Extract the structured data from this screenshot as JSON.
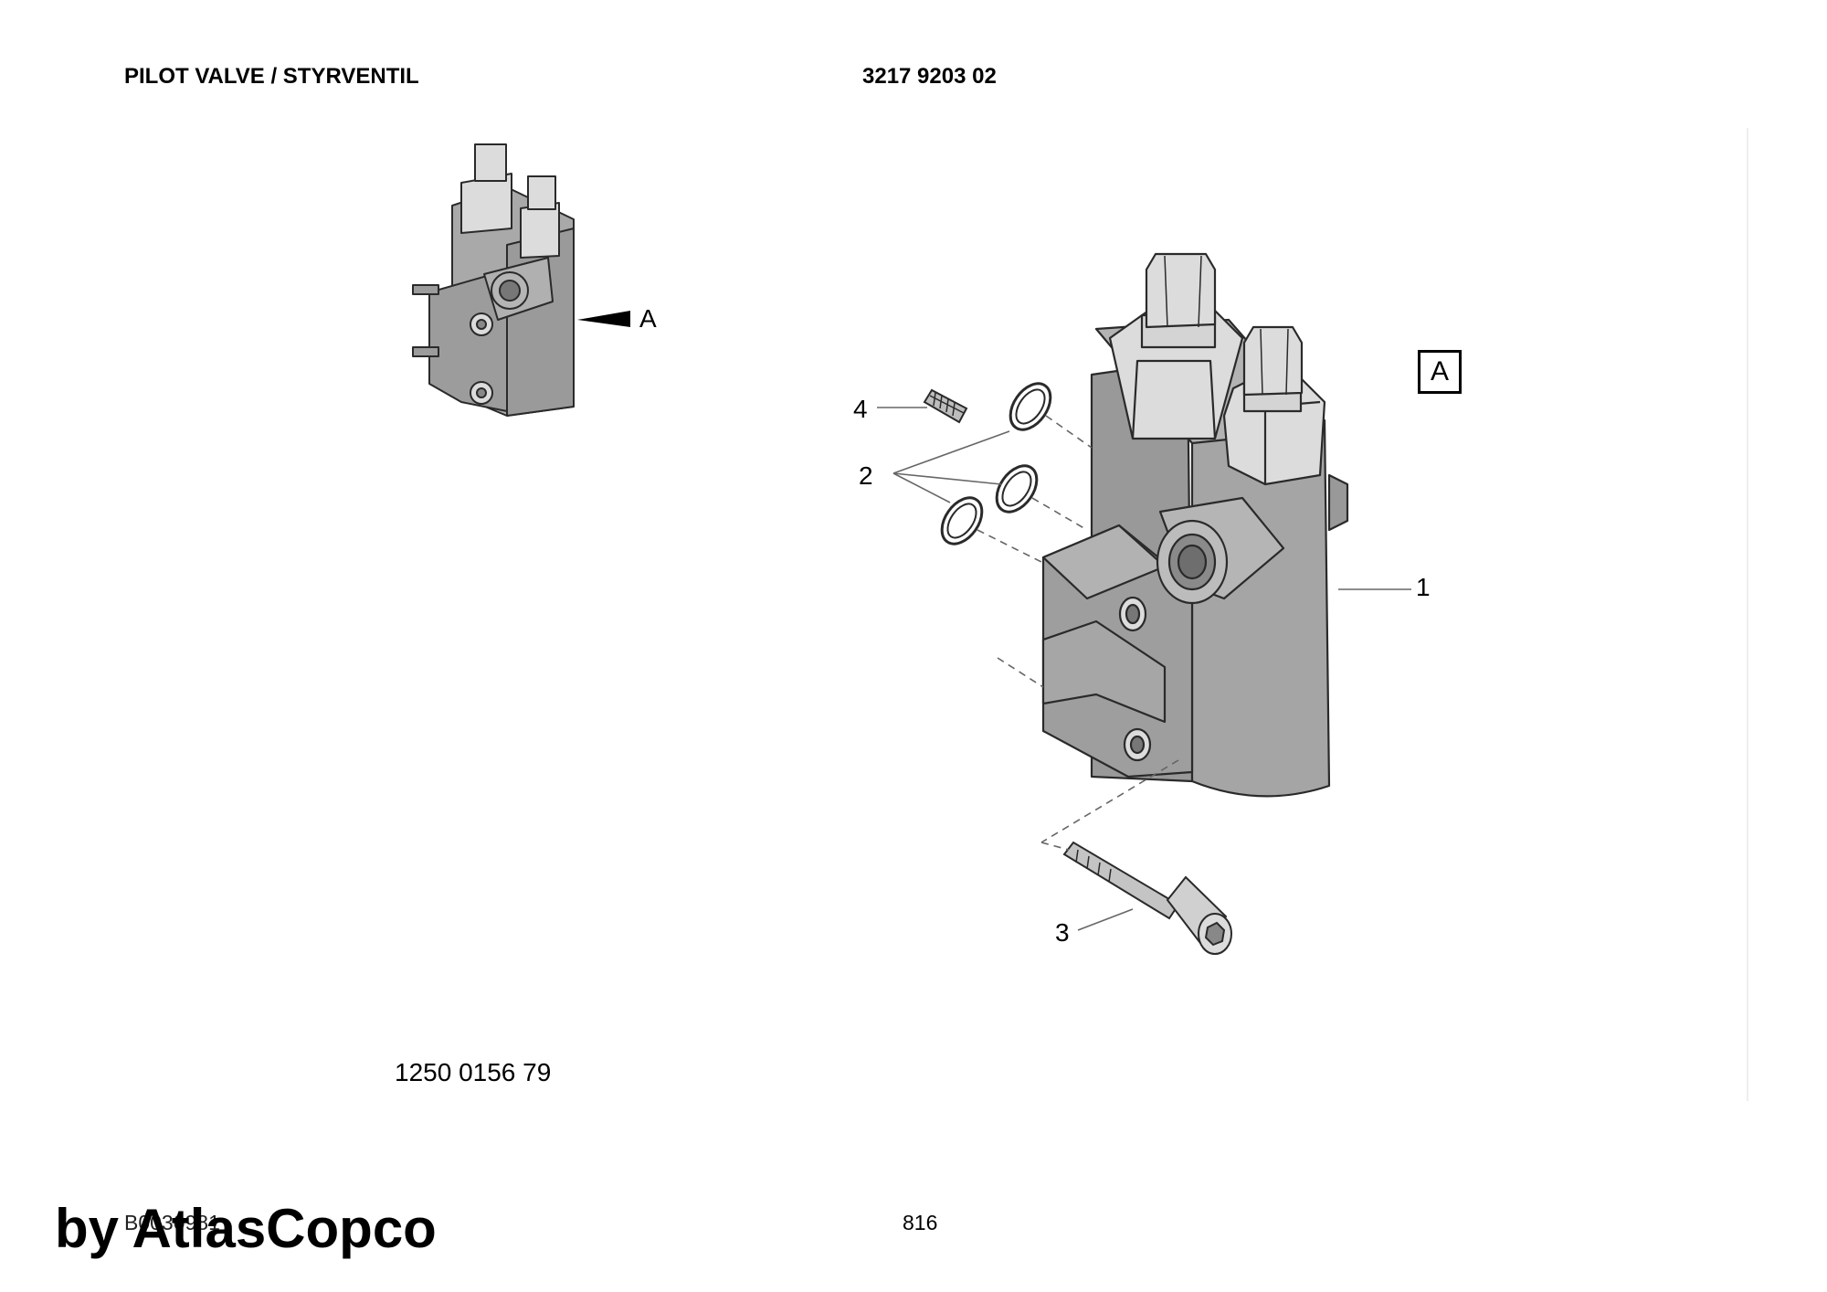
{
  "header": {
    "title": "PILOT VALVE / STYRVENTIL",
    "drawing_number": "3217 9203 02"
  },
  "overview": {
    "view_label": "A"
  },
  "exploded_view": {
    "view_box_label": "A",
    "callouts": {
      "c1": "1",
      "c2": "2",
      "c3": "3",
      "c4": "4"
    }
  },
  "part_number": "1250 0156 79",
  "footer": {
    "code": "B0030981",
    "page": "816",
    "brand": "by AtlasCopco"
  },
  "colors": {
    "body": "#a9a9a9",
    "body_dark": "#8c8c8c",
    "fitting": "#dcdcdc",
    "outline": "#2a2a2a"
  }
}
